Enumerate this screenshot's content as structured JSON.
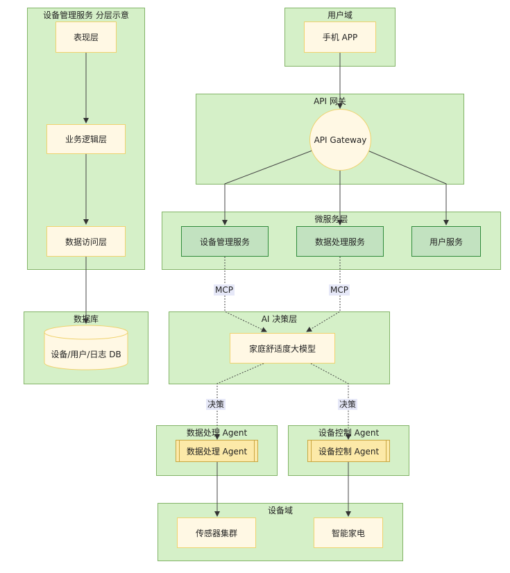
{
  "groups": {
    "layers": "设备管理服务 分层示意",
    "user_domain": "用户域",
    "gateway": "API 网关",
    "microservices": "微服务层",
    "database": "数据库",
    "ai": "AI 决策层",
    "data_agent": "数据处理 Agent",
    "control_agent": "设备控制 Agent",
    "device_domain": "设备域"
  },
  "nodes": {
    "presentation": "表现层",
    "business": "业务逻辑层",
    "data_access": "数据访问层",
    "phone_app": "手机 APP",
    "api_gateway": "API Gateway",
    "device_mgmt": "设备管理服务",
    "data_proc": "数据处理服务",
    "user_service": "用户服务",
    "db": "设备/用户/日志 DB",
    "model": "家庭舒适度大模型",
    "data_agent_box": "数据处理 Agent",
    "control_agent_box": "设备控制 Agent",
    "sensors": "传感器集群",
    "appliances": "智能家电"
  },
  "edges": {
    "mcp_left": "MCP",
    "mcp_right": "MCP",
    "decision_left": "决策",
    "decision_right": "决策"
  },
  "colors": {
    "group_fill": "#d5f0c8",
    "group_border": "#82b366",
    "node_fill": "#fff8e4",
    "service_fill": "#c2e2c0",
    "agent_fill": "#fce9a8",
    "edge_label_fill": "#e6e8f8"
  }
}
